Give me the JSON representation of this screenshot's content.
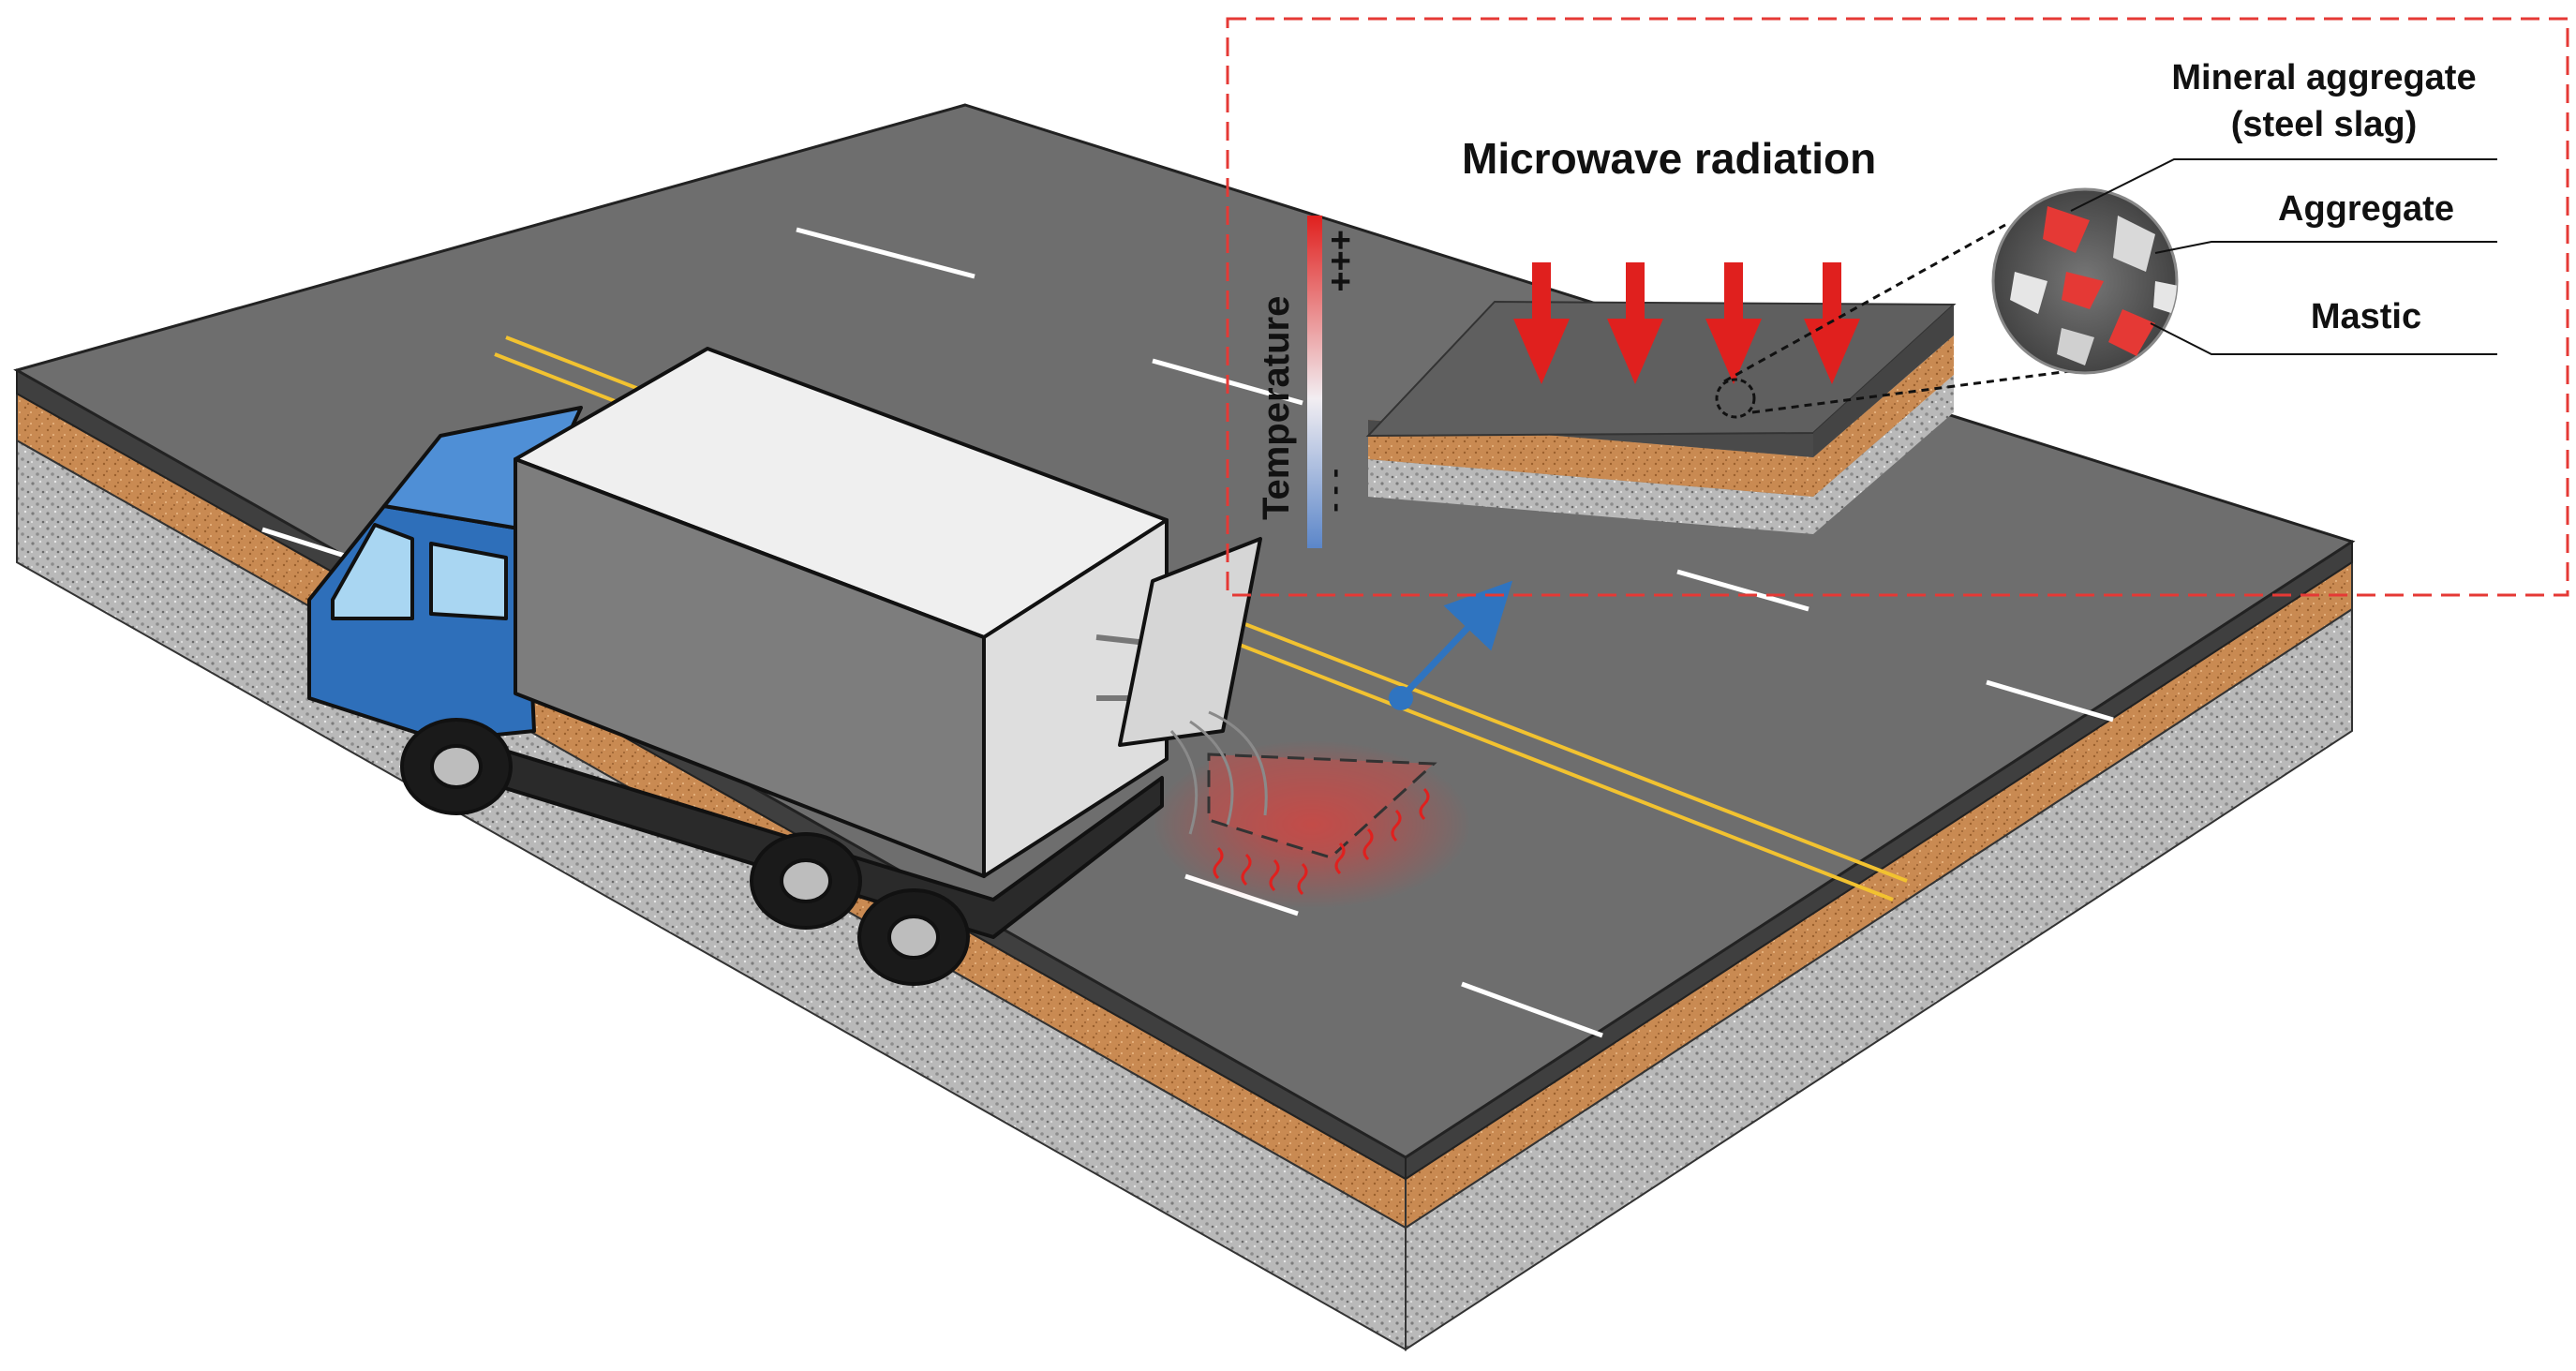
{
  "labels": {
    "microwave": "Microwave radiation",
    "mineral_line1": "Mineral aggregate",
    "mineral_line2": "(steel slag)",
    "aggregate": "Aggregate",
    "mastic": "Mastic",
    "temperature": "Temperature",
    "temp_high": "+++",
    "temp_low": "- - -"
  },
  "colors": {
    "asphalt_top": "#6e6e6e",
    "asphalt_side": "#4d4d4d",
    "base_layer": "#c98a52",
    "subbase": "#b8b8b8",
    "lane_mark": "#ffffff",
    "center_line": "#f2c230",
    "truck_cab": "#2e6fba",
    "microwave_arrow": "#e0201e",
    "pointer_arrow": "#2f74c0",
    "inset_border": "#e53935"
  }
}
